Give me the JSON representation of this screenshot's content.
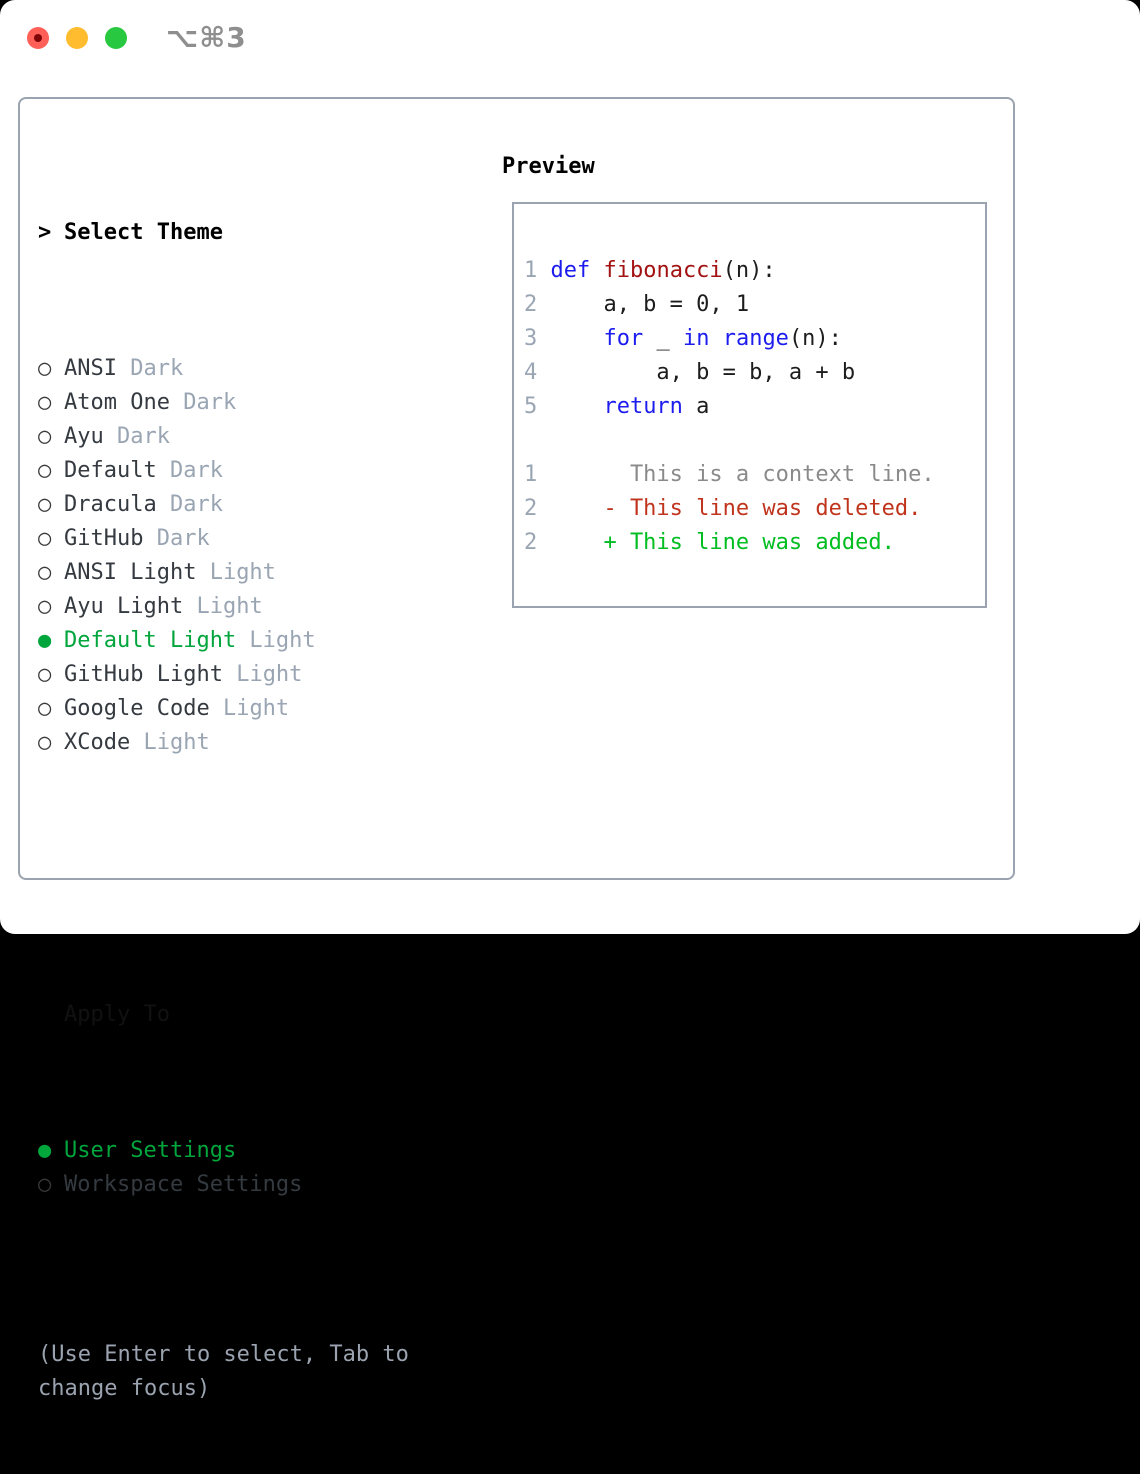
{
  "titlebar": {
    "shortcut": "⌥⌘3",
    "traffic_lights": [
      "close",
      "minimize",
      "zoom"
    ]
  },
  "markers": {
    "selected": "●",
    "unselected": "○",
    "cursor": ">"
  },
  "theme_selector": {
    "header": "Select Theme",
    "items": [
      {
        "name": "ANSI",
        "variant": "Dark",
        "selected": false
      },
      {
        "name": "Atom One",
        "variant": "Dark",
        "selected": false
      },
      {
        "name": "Ayu",
        "variant": "Dark",
        "selected": false
      },
      {
        "name": "Default",
        "variant": "Dark",
        "selected": false
      },
      {
        "name": "Dracula",
        "variant": "Dark",
        "selected": false
      },
      {
        "name": "GitHub",
        "variant": "Dark",
        "selected": false
      },
      {
        "name": "ANSI Light",
        "variant": "Light",
        "selected": false
      },
      {
        "name": "Ayu Light",
        "variant": "Light",
        "selected": false
      },
      {
        "name": "Default Light",
        "variant": "Light",
        "selected": true
      },
      {
        "name": "GitHub Light",
        "variant": "Light",
        "selected": false
      },
      {
        "name": "Google Code",
        "variant": "Light",
        "selected": false
      },
      {
        "name": "XCode",
        "variant": "Light",
        "selected": false
      }
    ],
    "apply_header": "Apply To",
    "apply_items": [
      {
        "name": "User Settings",
        "selected": true
      },
      {
        "name": "Workspace Settings",
        "selected": false
      }
    ],
    "hint": "(Use Enter to select, Tab to change focus)"
  },
  "preview": {
    "title": "Preview",
    "lines": [
      {
        "num": "1",
        "segs": [
          {
            "t": "def",
            "c": "kw"
          },
          {
            "t": " ",
            "c": "plain"
          },
          {
            "t": "fibonacci",
            "c": "fn"
          },
          {
            "t": "(n):",
            "c": "plain"
          }
        ]
      },
      {
        "num": "2",
        "segs": [
          {
            "t": "    a, b = 0, 1",
            "c": "plain"
          }
        ]
      },
      {
        "num": "3",
        "segs": [
          {
            "t": "    ",
            "c": "plain"
          },
          {
            "t": "for",
            "c": "kw"
          },
          {
            "t": " _ ",
            "c": "plain"
          },
          {
            "t": "in",
            "c": "kw"
          },
          {
            "t": " ",
            "c": "plain"
          },
          {
            "t": "range",
            "c": "kw"
          },
          {
            "t": "(n):",
            "c": "plain"
          }
        ]
      },
      {
        "num": "4",
        "segs": [
          {
            "t": "        a, b = b, a + b",
            "c": "plain"
          }
        ]
      },
      {
        "num": "5",
        "segs": [
          {
            "t": "    ",
            "c": "plain"
          },
          {
            "t": "return",
            "c": "kw"
          },
          {
            "t": " a",
            "c": "plain"
          }
        ]
      },
      {
        "num": "",
        "segs": []
      },
      {
        "num": "1",
        "segs": [
          {
            "t": "      This is a context line.",
            "c": "ctx"
          }
        ]
      },
      {
        "num": "2",
        "segs": [
          {
            "t": "    - This line was deleted.",
            "c": "del"
          }
        ]
      },
      {
        "num": "2",
        "segs": [
          {
            "t": "    + This line was added.",
            "c": "add"
          }
        ]
      }
    ]
  },
  "colors": {
    "selection_green": "#00a53c",
    "keyword_blue": "#1c1cee",
    "function_red": "#a31212",
    "diff_deleted": "#c0341d",
    "diff_added": "#00bd20",
    "muted_gray": "#9aa5b3",
    "border_gray": "#9aa3af",
    "traffic_red": "#ff5f57",
    "traffic_yellow": "#febc2e",
    "traffic_green": "#28c840"
  }
}
